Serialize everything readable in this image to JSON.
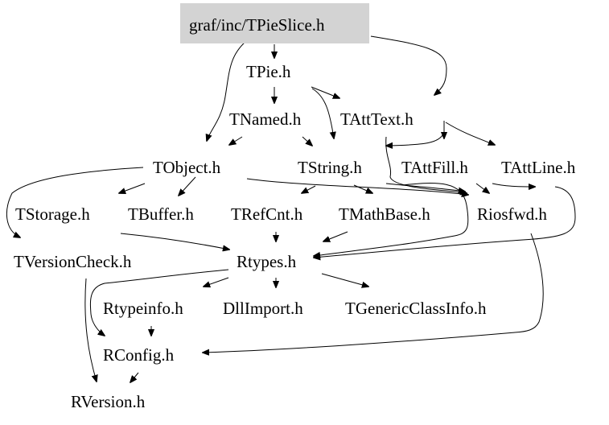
{
  "graph": {
    "root": "graf/inc/TPieSlice.h",
    "root_fill": "#d3d3d3",
    "nodes": [
      {
        "id": "root",
        "label": "graf/inc/TPieSlice.h",
        "highlight": true
      },
      {
        "id": "tpie",
        "label": "TPie.h"
      },
      {
        "id": "tnamed",
        "label": "TNamed.h"
      },
      {
        "id": "tatttext",
        "label": "TAttText.h"
      },
      {
        "id": "tobject",
        "label": "TObject.h"
      },
      {
        "id": "tstring",
        "label": "TString.h"
      },
      {
        "id": "tattfill",
        "label": "TAttFill.h"
      },
      {
        "id": "tattline",
        "label": "TAttLine.h"
      },
      {
        "id": "tstorage",
        "label": "TStorage.h"
      },
      {
        "id": "tbuffer",
        "label": "TBuffer.h"
      },
      {
        "id": "trefcnt",
        "label": "TRefCnt.h"
      },
      {
        "id": "tmathbase",
        "label": "TMathBase.h"
      },
      {
        "id": "riosfwd",
        "label": "Riosfwd.h"
      },
      {
        "id": "tversioncheck",
        "label": "TVersionCheck.h"
      },
      {
        "id": "rtypes",
        "label": "Rtypes.h"
      },
      {
        "id": "rtypeinfo",
        "label": "Rtypeinfo.h"
      },
      {
        "id": "dllimport",
        "label": "DllImport.h"
      },
      {
        "id": "tgenericclassinfo",
        "label": "TGenericClassInfo.h"
      },
      {
        "id": "rconfig",
        "label": "RConfig.h"
      },
      {
        "id": "rversion",
        "label": "RVersion.h"
      }
    ],
    "edges": [
      [
        "root",
        "tpie"
      ],
      [
        "root",
        "tatttext"
      ],
      [
        "root",
        "tobject"
      ],
      [
        "tpie",
        "tnamed"
      ],
      [
        "tpie",
        "tatttext"
      ],
      [
        "tpie",
        "tstring"
      ],
      [
        "tpie",
        "tobject"
      ],
      [
        "tnamed",
        "tobject"
      ],
      [
        "tnamed",
        "tstring"
      ],
      [
        "tatttext",
        "tattfill"
      ],
      [
        "tatttext",
        "tattline"
      ],
      [
        "tatttext",
        "tstring"
      ],
      [
        "tatttext",
        "riosfwd"
      ],
      [
        "tobject",
        "tstorage"
      ],
      [
        "tobject",
        "tbuffer"
      ],
      [
        "tobject",
        "tversioncheck"
      ],
      [
        "tobject",
        "riosfwd"
      ],
      [
        "tstring",
        "trefcnt"
      ],
      [
        "tstring",
        "tmathbase"
      ],
      [
        "tstring",
        "riosfwd"
      ],
      [
        "tstring",
        "rtypes"
      ],
      [
        "tattfill",
        "riosfwd"
      ],
      [
        "tattline",
        "riosfwd"
      ],
      [
        "tattline",
        "rtypes"
      ],
      [
        "tstorage",
        "rtypes"
      ],
      [
        "trefcnt",
        "rtypes"
      ],
      [
        "tmathbase",
        "rtypes"
      ],
      [
        "riosfwd",
        "rconfig"
      ],
      [
        "tversioncheck",
        "rversion"
      ],
      [
        "rtypes",
        "rtypeinfo"
      ],
      [
        "rtypes",
        "dllimport"
      ],
      [
        "rtypes",
        "tgenericclassinfo"
      ],
      [
        "rtypes",
        "rconfig"
      ],
      [
        "rtypeinfo",
        "rconfig"
      ],
      [
        "rconfig",
        "rversion"
      ]
    ]
  }
}
